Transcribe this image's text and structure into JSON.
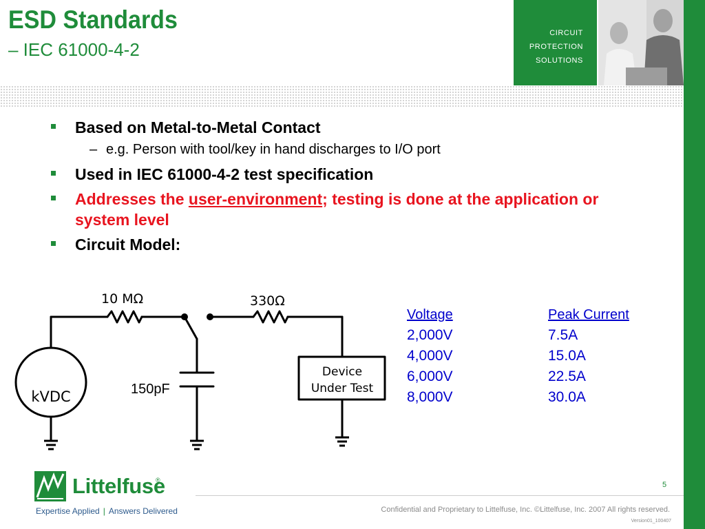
{
  "header": {
    "title": "ESD Standards",
    "subtitle": "– IEC 61000-4-2",
    "banner_lines": [
      "CIRCUIT",
      "PROTECTION",
      "SOLUTIONS"
    ]
  },
  "bullets": {
    "b1": "Based on Metal-to-Metal Contact",
    "b1_sub_dash": "–",
    "b1_sub": "e.g.  Person with tool/key in hand discharges to I/O port",
    "b2": "Used in IEC 61000-4-2 test specification",
    "b3_pre": "Addresses the ",
    "b3_underlined": "user-environment",
    "b3_post": "; testing is done at the application or system level",
    "b4": "Circuit Model:"
  },
  "circuit": {
    "r1_label": "10 MΩ",
    "r2_label": "330Ω",
    "cap_label": "150pF",
    "source_label": "kVDC",
    "dut_line1": "Device",
    "dut_line2": "Under Test"
  },
  "table": {
    "headers": [
      "Voltage",
      "Peak Current"
    ],
    "voltages": [
      "2,000V",
      "4,000V",
      "6,000V",
      "8,000V"
    ],
    "currents": [
      "7.5A",
      "15.0A",
      "22.5A",
      "30.0A"
    ]
  },
  "footer": {
    "page_number": "5",
    "logo_word": "Littelfuse",
    "logo_reg": "®",
    "tagline_left": "Expertise Applied",
    "tagline_sep": "|",
    "tagline_right": "Answers Delivered",
    "confidential": "Confidential and Proprietary to Littelfuse, Inc.  ©Littelfuse, Inc. 2007 All rights reserved.",
    "version": "Version01_100407"
  },
  "colors": {
    "brand_green": "#1f8c3a",
    "highlight_red": "#e8141f",
    "table_blue": "#0000cc"
  }
}
